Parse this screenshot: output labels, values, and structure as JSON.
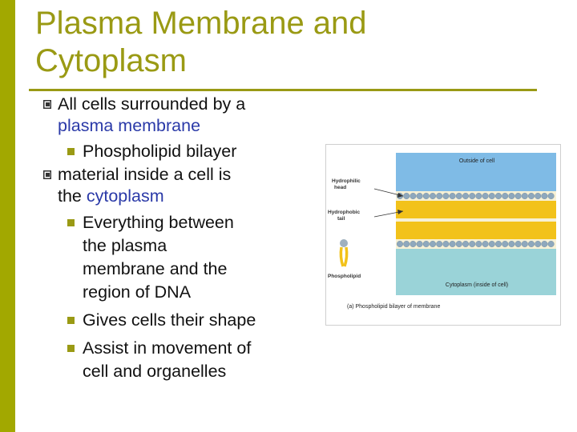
{
  "slide": {
    "title_line1": "Plasma Membrane and",
    "title_line2": "Cytoplasm"
  },
  "bullets": {
    "b1_text": "All cells surrounded by a",
    "b1_blue": "plasma membrane",
    "b1_sub1": "Phospholipid bilayer",
    "b2_line1": "material inside a cell is",
    "b2_pre": "the ",
    "b2_blue": "cytoplasm",
    "b2_sub1_line1": "Everything between",
    "b2_sub1_line2": "the plasma",
    "b2_sub1_line3": "membrane and the",
    "b2_sub1_line4": "region of DNA",
    "b2_sub2": "Gives cells their shape",
    "b2_sub3_line1": "Assist in movement of",
    "b2_sub3_line2": "cell and organelles"
  },
  "figure": {
    "outside_label": "Outside of cell",
    "hydrophilic_label_1": "Hydrophilic",
    "hydrophilic_label_2": "head",
    "hydrophobic_label_1": "Hydrophobic",
    "hydrophobic_label_2": "tail",
    "phospholipid_label": "Phospholipid",
    "cytoplasm_label": "Cytoplasm (inside of cell)",
    "caption": "(a) Phospholipid bilayer of membrane",
    "colors": {
      "outside": "#7fbbe6",
      "inside": "#9ad3d8",
      "head": "#8ea8bd",
      "tail": "#f2c21a"
    }
  },
  "colors": {
    "accent": "#a2a800",
    "title": "#9a9a14",
    "highlight": "#2b3aa8"
  }
}
